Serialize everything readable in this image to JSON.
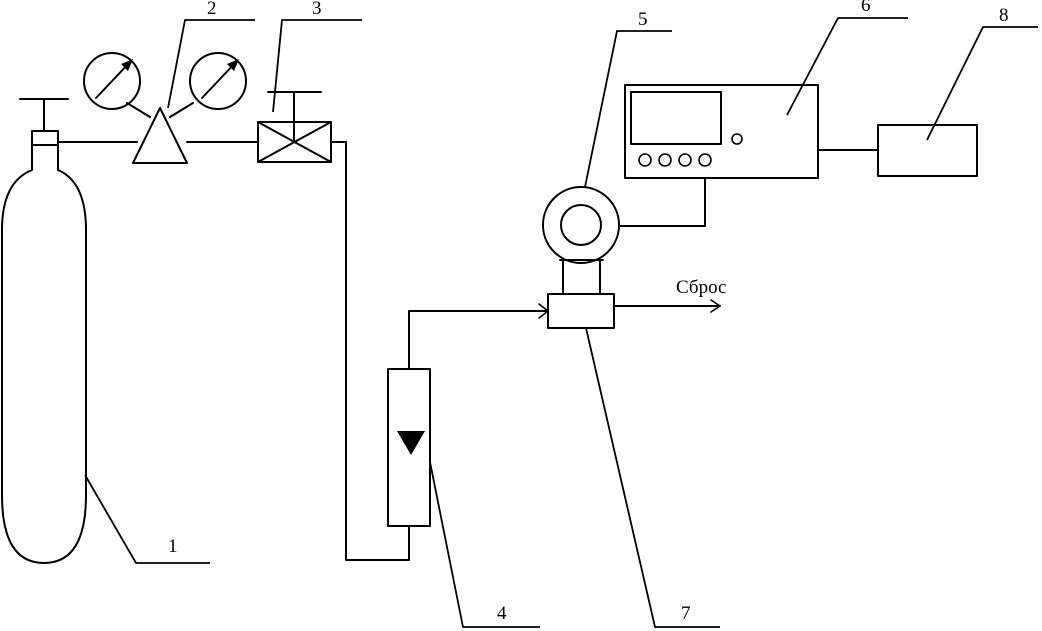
{
  "labels": {
    "n1": "1",
    "n2": "2",
    "n3": "3",
    "n4": "4",
    "n5": "5",
    "n6": "6",
    "n7": "7",
    "n8": "8",
    "vent": "Сброс"
  },
  "colors": {
    "ink": "#000000",
    "paper": "#ffffff"
  },
  "icons": {
    "pressure_gauge": "pressure-gauge-icon",
    "flow_indicator": "triangle-down-icon",
    "vent_arrow": "arrow-right-icon"
  }
}
